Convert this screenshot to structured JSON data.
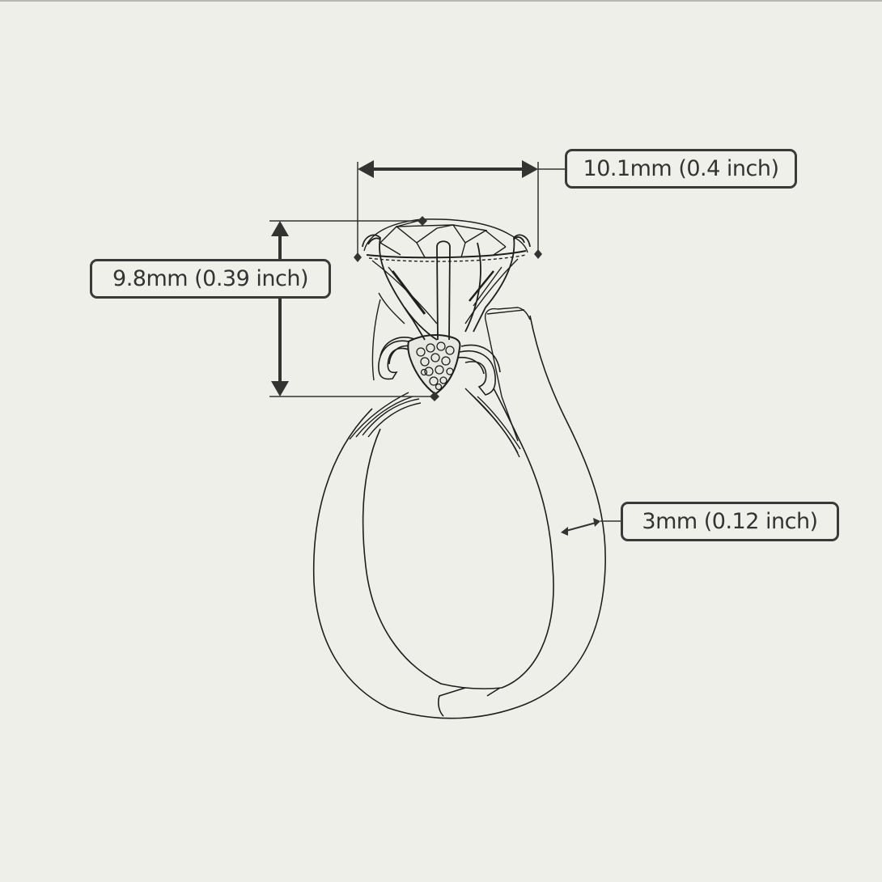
{
  "diagram": {
    "type": "technical ring drawing",
    "subject": "solitaire engagement ring with pavé accent",
    "background_color": "#efefea",
    "line_color": "#1e1e1c",
    "dimension_color": "#3a3a38"
  },
  "dimensions": {
    "width": {
      "label": "10.1mm (0.4 inch)",
      "measure": "stone width"
    },
    "height": {
      "label": "9.8mm (0.39 inch)",
      "measure": "setting height"
    },
    "band": {
      "label": "3mm (0.12 inch)",
      "measure": "band width"
    }
  }
}
